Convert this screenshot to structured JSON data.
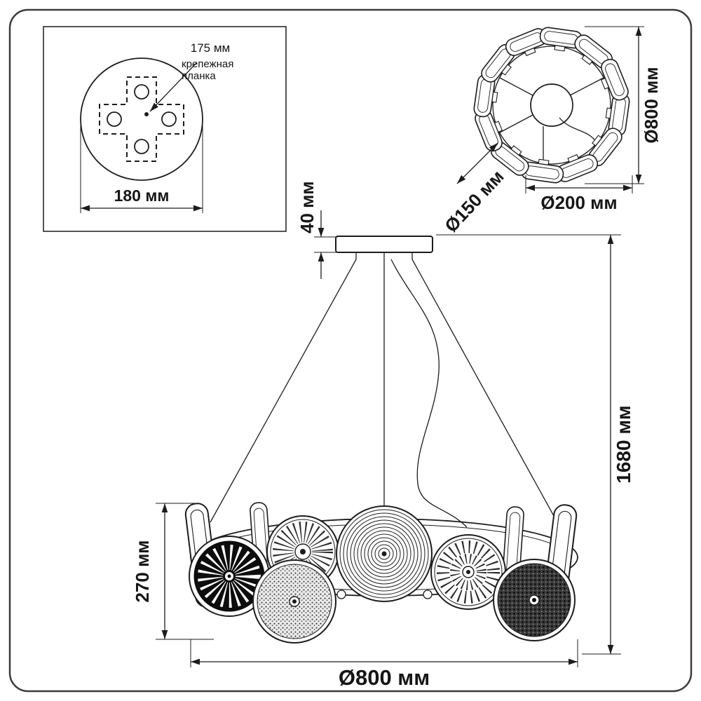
{
  "colors": {
    "ink": "#1c1c1c",
    "background": "#ffffff"
  },
  "labels": {
    "mount_offset": "175 мм",
    "mount_plate_line1": "крепежная",
    "mount_plate_line2": "планка",
    "mount_width": "180 мм",
    "top_outer_diameter": "Ø800 мм",
    "top_inner_diameter": "Ø150 мм",
    "top_shade_diameter": "Ø200 мм",
    "canopy_height": "40 мм",
    "total_height": "1680 мм",
    "shade_height": "270 мм",
    "body_diameter": "Ø800 мм"
  }
}
